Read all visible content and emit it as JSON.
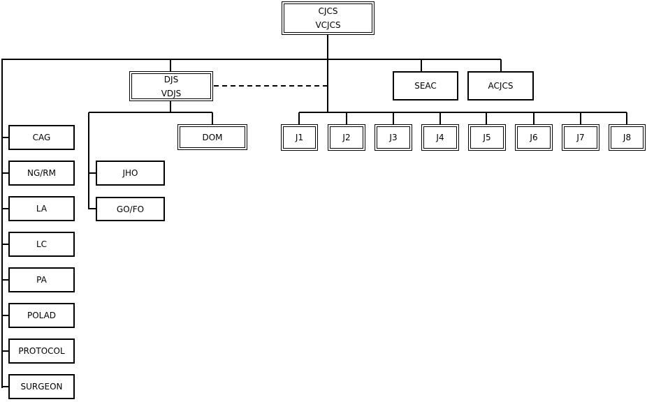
{
  "top": {
    "line1": "CJCS",
    "line2": "VCJCS"
  },
  "djs": {
    "line1": "DJS",
    "line2": "VDJS"
  },
  "seac": "SEAC",
  "acjcs": "ACJCS",
  "dom": "DOM",
  "jho": "JHO",
  "gofo": "GO/FO",
  "directorates": [
    "J1",
    "J2",
    "J3",
    "J4",
    "J5",
    "J6",
    "J7",
    "J8"
  ],
  "staff": [
    "CAG",
    "NG/RM",
    "LA",
    "LC",
    "PA",
    "POLAD",
    "PROTOCOL",
    "SURGEON"
  ]
}
